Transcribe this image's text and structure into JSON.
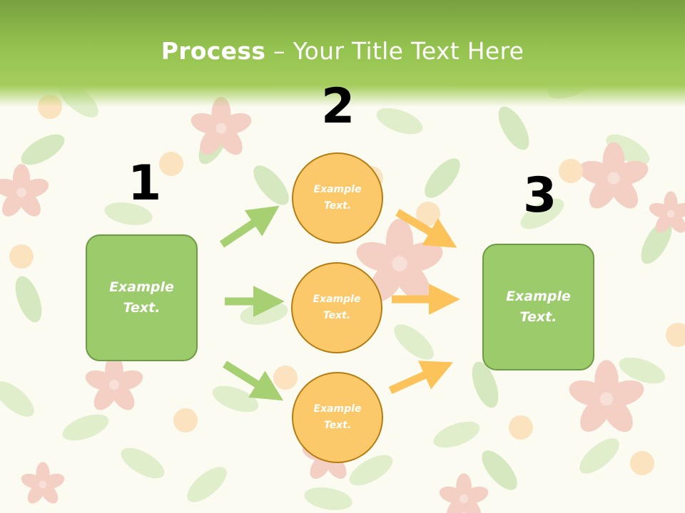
{
  "title": {
    "bold": "Process",
    "rest": " – Your Title Text Here"
  },
  "steps": [
    {
      "number": "1",
      "box_text": "Example Text."
    },
    {
      "number": "2",
      "circles": [
        "Example Text.",
        "Example Text.",
        "Example Text."
      ]
    },
    {
      "number": "3",
      "box_text": "Example Text."
    }
  ],
  "colors": {
    "header_green": "#94c34f",
    "box_fill": "#9bcb6a",
    "box_border": "#6f9a45",
    "circle_fill": "#fcc96a",
    "circle_border": "#b37c12",
    "arrow_green": "#a6d072",
    "arrow_orange": "#fcc35a"
  }
}
